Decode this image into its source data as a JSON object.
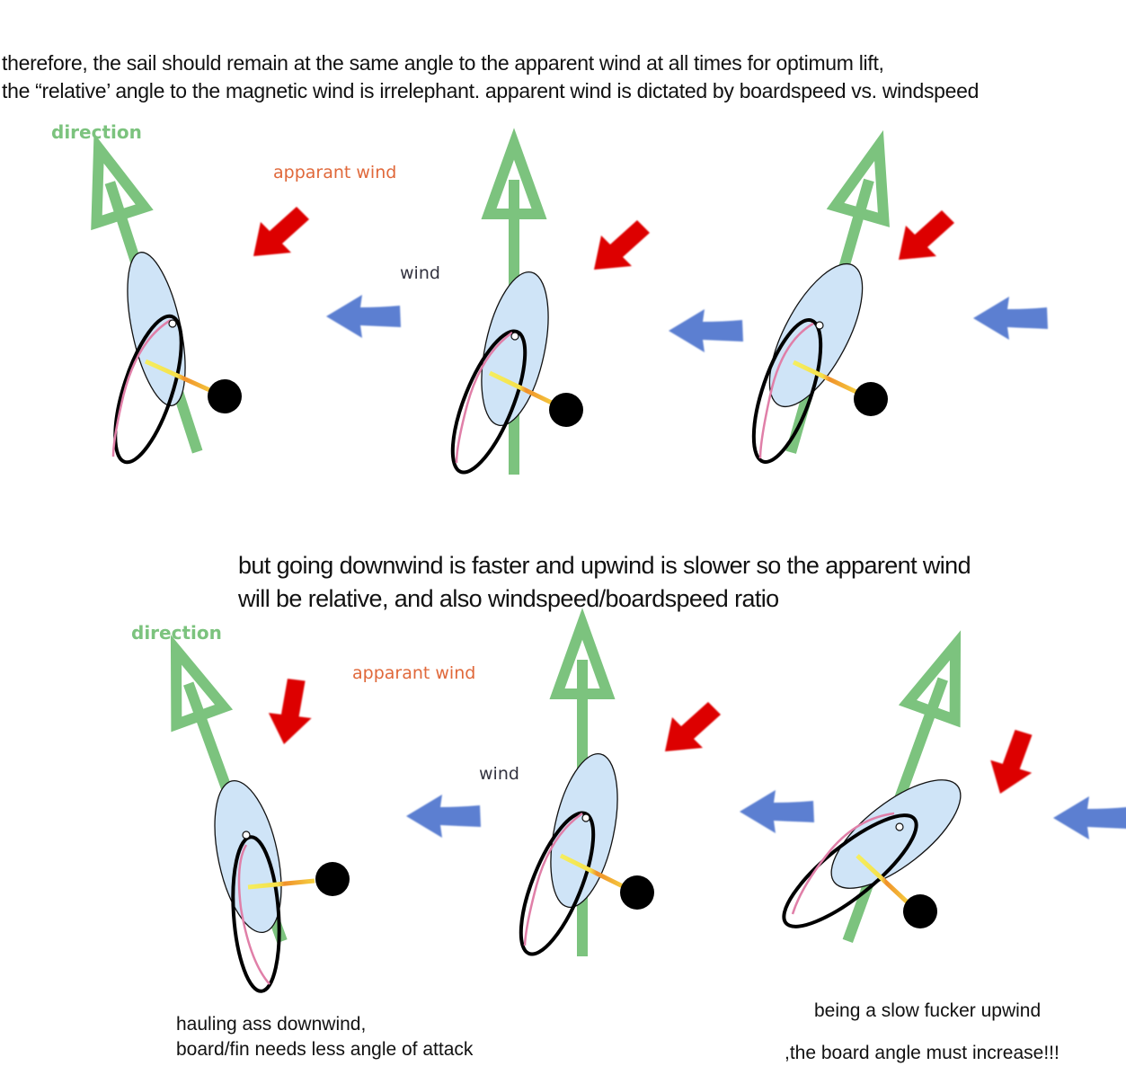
{
  "intro": {
    "line1": "therefore, the sail should remain at the same angle to the apparent wind at all times for optimum lift,",
    "line2": "the “relative’ angle to the magnetic  wind is irrelephant. apparent wind is dictated by boardspeed vs. windspeed"
  },
  "middle": {
    "line1": "but going downwind is faster and upwind is slower so the apparent wind",
    "line2": "will be relative, and also windspeed/boardspeed ratio"
  },
  "labels": {
    "direction": "direction",
    "apparent_wind": "apparant wind",
    "wind": "wind"
  },
  "notes": {
    "downwind_line1": "hauling ass downwind,",
    "downwind_line2": "board/fin needs less angle of attack",
    "upwind_line1": "being a slow fucker upwind",
    "upwind_line2": ",the board angle must increase!!!"
  },
  "colors": {
    "direction_arrow": "#7cc37e",
    "apparent_wind_arrow": "#dd0000",
    "wind_arrow": "#5b7fd1",
    "sail_fill": "#cfe4f7",
    "board_outline": "#000000",
    "board_rail": "#e07fa8",
    "boom": "#f2a030"
  },
  "rows": [
    {
      "name": "same-boardspeed",
      "figures": [
        {
          "course": "downwind-left"
        },
        {
          "course": "beam-reach"
        },
        {
          "course": "upwind-right"
        }
      ]
    },
    {
      "name": "varying-boardspeed",
      "figures": [
        {
          "course": "downwind-left"
        },
        {
          "course": "beam-reach"
        },
        {
          "course": "upwind-right"
        }
      ]
    }
  ]
}
